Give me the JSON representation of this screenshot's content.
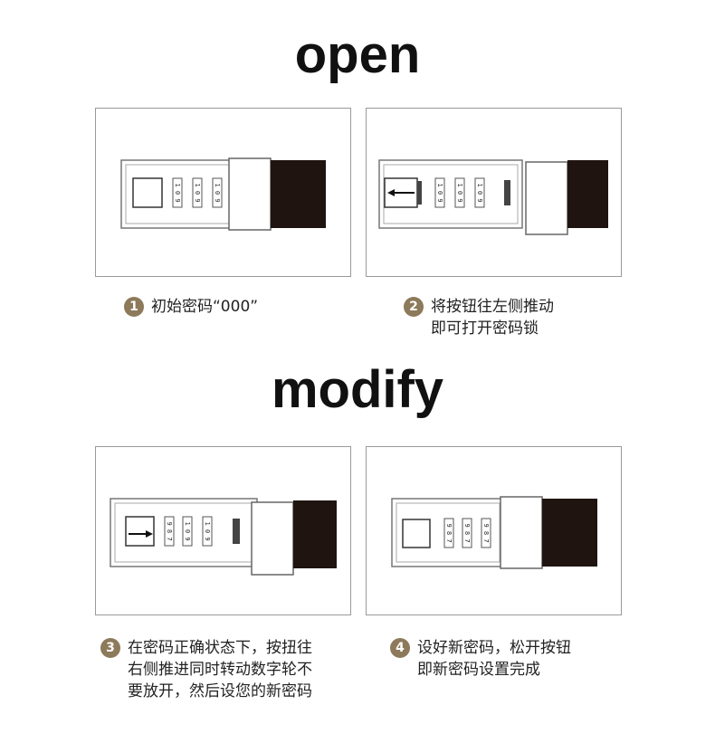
{
  "titles": {
    "open": "open",
    "modify": "modify"
  },
  "colors": {
    "badge": "#8c7a5b",
    "strap": "#1f1410",
    "frame": "#9a9a9a"
  },
  "steps": [
    {
      "number": "1",
      "lines": [
        "初始密码“000”"
      ]
    },
    {
      "number": "2",
      "lines": [
        "将按钮往左侧推动",
        "即可打开密码锁"
      ]
    },
    {
      "number": "3",
      "lines": [
        "在密码正确状态下，按扭往",
        "右侧推进同时转动数字轮不",
        "要放开，然后设您的新密码"
      ]
    },
    {
      "number": "4",
      "lines": [
        "设好新密码，松开按钮",
        "即新密码设置完成"
      ]
    }
  ],
  "diagrams": {
    "panel_1": {
      "wheels": [
        "1 0 9",
        "1 0 9",
        "1 0 9"
      ],
      "arrow": "none"
    },
    "panel_2": {
      "wheels": [
        "1 0 9",
        "1 0 9",
        "1 0 9"
      ],
      "arrow": "left"
    },
    "panel_3": {
      "wheels": [
        "9 8 7",
        "1 0 9",
        "1 0 9"
      ],
      "arrow": "right"
    },
    "panel_4": {
      "wheels": [
        "9 8 7",
        "9 8 7",
        "9 8 7"
      ],
      "arrow": "none"
    }
  }
}
